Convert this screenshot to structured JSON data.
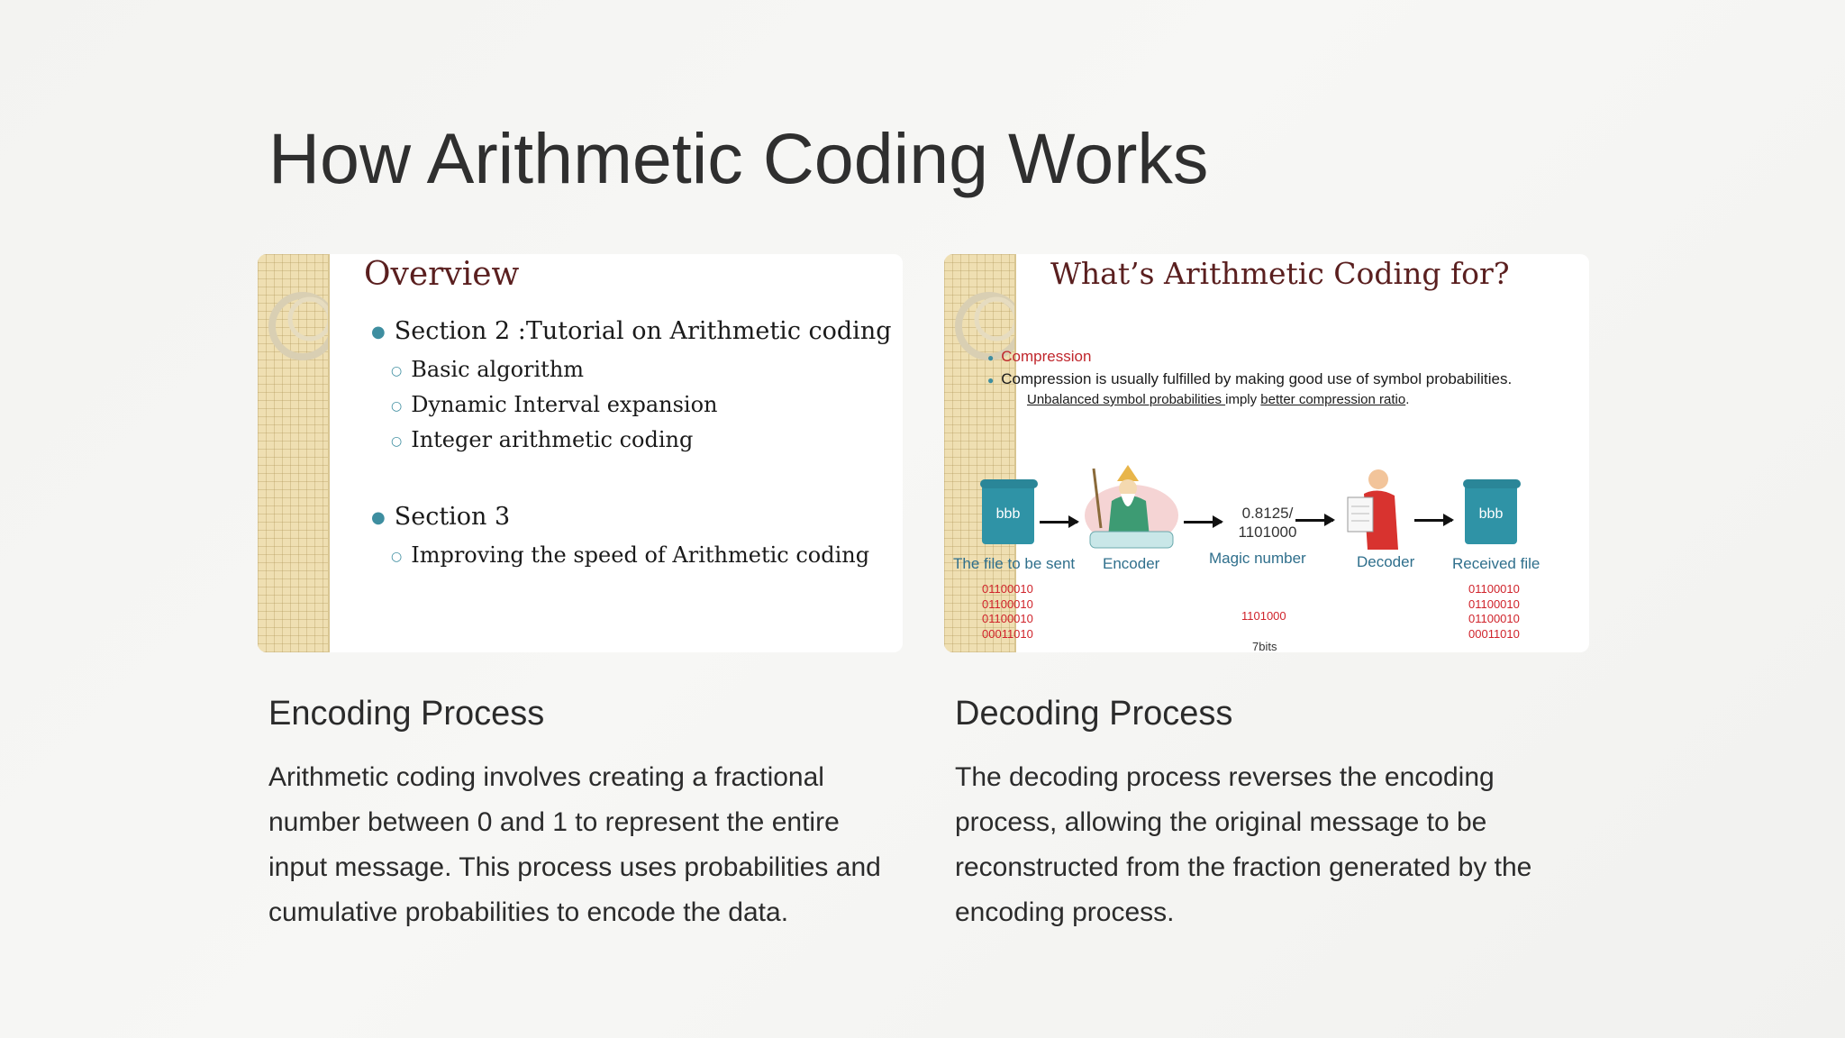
{
  "page": {
    "title": "How Arithmetic Coding Works"
  },
  "left_slide": {
    "title": "Overview",
    "bullets": [
      {
        "level": 1,
        "text": "Section  2 :Tutorial on Arithmetic coding"
      },
      {
        "level": 2,
        "text": "Basic algorithm"
      },
      {
        "level": 2,
        "text": "Dynamic Interval expansion"
      },
      {
        "level": 2,
        "text": "Integer arithmetic coding"
      },
      {
        "level": 1,
        "text": "Section  3"
      },
      {
        "level": 2,
        "text": "Improving the speed of Arithmetic coding"
      }
    ]
  },
  "right_slide": {
    "title": "What’s Arithmetic Coding for?",
    "bullet_1": "Compression",
    "bullet_2": "Compression is usually fulfilled by making good use of symbol probabilities.",
    "sub_part_1": "Unbalanced symbol probabilities ",
    "sub_part_2": "imply ",
    "sub_part_3": "better compression ratio",
    "sub_part_4": ".",
    "file_label": "bbb",
    "received_label": "bbb",
    "magic_value": "0.8125/\n1101000",
    "labels": {
      "file": "The file to be sent",
      "encoder": "Encoder",
      "magic": "Magic number",
      "decoder": "Decoder",
      "received": "Received file"
    },
    "sent_bits": "01100010\n01100010\n01100010\n00011010",
    "received_bits": "01100010\n01100010\n01100010\n00011010",
    "magic_bits": "1101000",
    "bits_size": "7bits"
  },
  "encoding": {
    "heading": "Encoding Process",
    "body": "Arithmetic coding involves creating a fractional number between 0 and 1 to represent the entire input message. This process uses probabilities and cumulative probabilities to encode the data."
  },
  "decoding": {
    "heading": "Decoding Process",
    "body": "The decoding process reverses the encoding process, allowing the original message to be reconstructed from the fraction generated by the encoding process."
  },
  "colors": {
    "accent_teal": "#2f93a6",
    "bit_red": "#d0232b",
    "slide_title": "#5a1f1f"
  }
}
